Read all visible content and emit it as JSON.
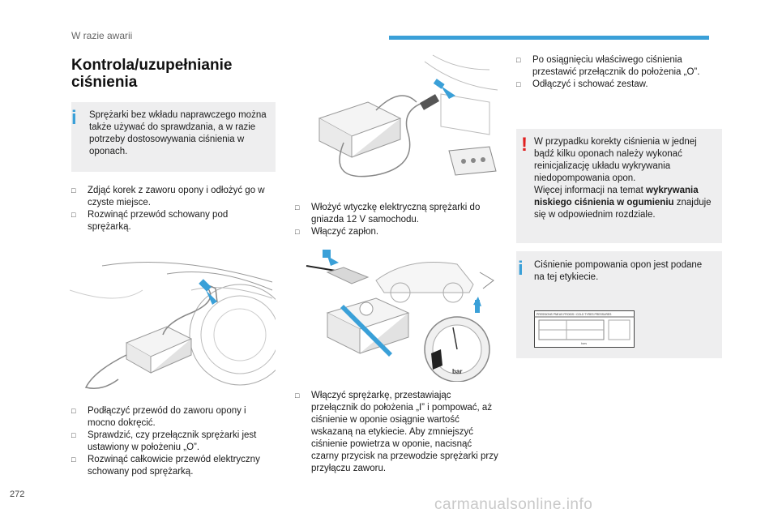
{
  "header": {
    "section": "W razie awarii",
    "accent_color": "#3aa0d8"
  },
  "title": "Kontrola/uzupełnianie ciśnienia",
  "info_box_1": {
    "icon": "info-icon",
    "text": "Sprężarki bez wkładu naprawczego można także używać do sprawdzania, a w razie potrzeby dostosowywania ciśnienia w oponach."
  },
  "col1_steps_a": [
    "Zdjąć korek z zaworu opony i odłożyć go w czyste miejsce.",
    "Rozwinąć przewód schowany pod sprężarką."
  ],
  "col1_steps_b": [
    "Podłączyć przewód do zaworu opony i mocno dokręcić.",
    "Sprawdzić, czy przełącznik sprężarki jest ustawiony w położeniu „O”.",
    "Rozwinąć całkowicie przewód elektryczny schowany pod sprężarką."
  ],
  "col2_steps_a": [
    "Włożyć wtyczkę elektryczną sprężarki do gniazda 12 V samochodu.",
    "Włączyć zapłon."
  ],
  "col2_steps_b": [
    "Włączyć sprężarkę, przestawiając przełącznik do położenia „I” i pompować, aż ciśnienie w oponie osiągnie wartość wskazaną na etykiecie. Aby zmniejszyć ciśnienie powietrza w oponie, nacisnąć czarny przycisk na przewodzie sprężarki przy przyłączu zaworu."
  ],
  "col3_steps": [
    "Po osiągnięciu właściwego ciśnienia przestawić przełącznik do położenia „O”.",
    "Odłączyć i schować zestaw."
  ],
  "warning_box": {
    "icon": "warning-icon",
    "text_1": "W przypadku korekty ciśnienia w jednej bądź kilku oponach należy wykonać reinicjalizację układu wykrywania niedopompowania opon.",
    "text_2_pre": "Więcej informacji na temat ",
    "text_2_bold": "wykrywania niskiego ciśnienia w ogumieniu",
    "text_2_post": " znajduje się w odpowiednim rozdziale."
  },
  "info_box_2": {
    "icon": "info-icon",
    "text": "Ciśnienie pompowania opon jest podane na tej etykiecie.",
    "label_header": "PRESSIONS PNEUS FROIDS / COLD TYRES PRESSURES",
    "label_unit": "bars"
  },
  "gauge_unit": "bar",
  "bullet_glyph": "",
  "page_number": "272",
  "watermark": "carmanualsonline.info"
}
